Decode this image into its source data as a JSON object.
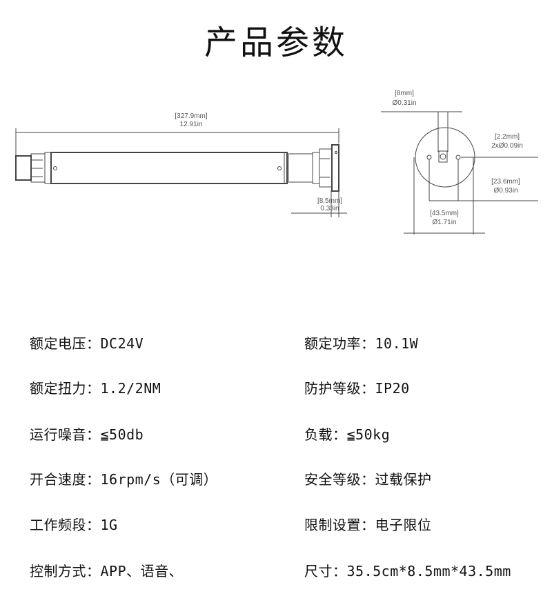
{
  "title": "产品参数",
  "drawing": {
    "length_mm": "[327.9mm]",
    "length_in": "12.91in",
    "flange_mm": "[8.5mm]",
    "flange_in": "0.33in",
    "shaft_mm": "[8mm]",
    "shaft_in": "Ø0.31in",
    "hole_mm": "[2.2mm]",
    "hole_in": "2xØ0.09in",
    "holes_mm": "[23.6mm]",
    "holes_in": "Ø0.93in",
    "head_mm": "[43.5mm]",
    "head_in": "Ø1.71in"
  },
  "specs": [
    {
      "left": "额定电压：DC24V",
      "right": "额定功率：10.1W"
    },
    {
      "left": "额定扭力：1.2/2NM",
      "right": "防护等级：IP20"
    },
    {
      "left": "运行噪音：≦50db",
      "right": "负载：≦50kg"
    },
    {
      "left": "开合速度：16rpm/s（可调）",
      "right": "安全等级：过载保护"
    },
    {
      "left": "工作频段：1G",
      "right": "限制设置：电子限位"
    },
    {
      "left": "控制方式：APP、语音、",
      "right": "尺寸：35.5cm*8.5mm*43.5mm"
    }
  ]
}
